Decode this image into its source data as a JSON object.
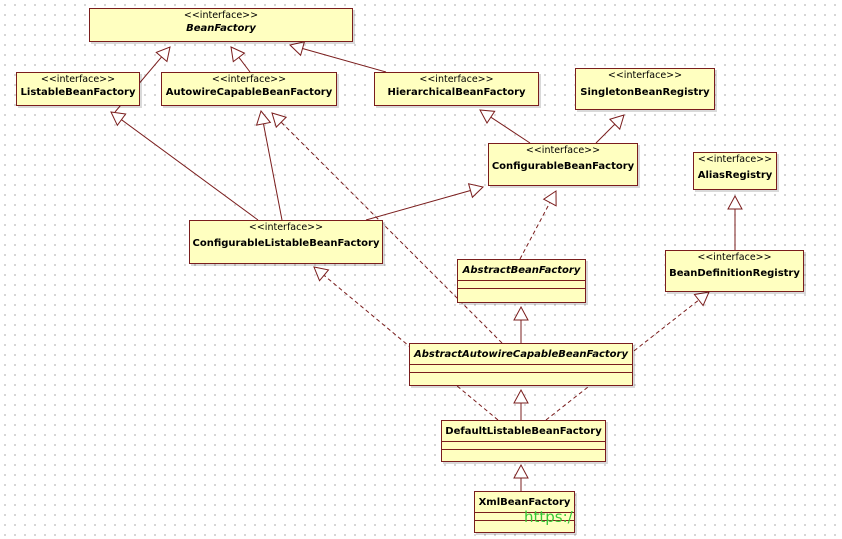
{
  "stereotype": "<<interface>>",
  "boxes": {
    "bean_factory": "BeanFactory",
    "listable_bean_factory": "ListableBeanFactory",
    "autowire_capable_bean_factory": "AutowireCapableBeanFactory",
    "hierarchical_bean_factory": "HierarchicalBeanFactory",
    "singleton_bean_registry": "SingletonBeanRegistry",
    "configurable_bean_factory": "ConfigurableBeanFactory",
    "alias_registry": "AliasRegistry",
    "configurable_listable_bean_factory": "ConfigurableListableBeanFactory",
    "abstract_bean_factory": "AbstractBeanFactory",
    "bean_definition_registry": "BeanDefinitionRegistry",
    "abstract_autowire_capable_bean_factory": "AbstractAutowireCapableBeanFactory",
    "default_listable_bean_factory": "DefaultListableBeanFactory",
    "xml_bean_factory": "XmlBeanFactory"
  },
  "relations": [
    {
      "from": "listable_bean_factory",
      "to": "bean_factory",
      "kind": "extends"
    },
    {
      "from": "autowire_capable_bean_factory",
      "to": "bean_factory",
      "kind": "extends"
    },
    {
      "from": "hierarchical_bean_factory",
      "to": "bean_factory",
      "kind": "extends"
    },
    {
      "from": "configurable_bean_factory",
      "to": "hierarchical_bean_factory",
      "kind": "extends"
    },
    {
      "from": "configurable_bean_factory",
      "to": "singleton_bean_registry",
      "kind": "extends"
    },
    {
      "from": "configurable_listable_bean_factory",
      "to": "listable_bean_factory",
      "kind": "extends"
    },
    {
      "from": "configurable_listable_bean_factory",
      "to": "autowire_capable_bean_factory",
      "kind": "extends"
    },
    {
      "from": "configurable_listable_bean_factory",
      "to": "configurable_bean_factory",
      "kind": "extends"
    },
    {
      "from": "abstract_bean_factory",
      "to": "configurable_bean_factory",
      "kind": "implements"
    },
    {
      "from": "bean_definition_registry",
      "to": "alias_registry",
      "kind": "extends"
    },
    {
      "from": "abstract_autowire_capable_bean_factory",
      "to": "abstract_bean_factory",
      "kind": "extends"
    },
    {
      "from": "abstract_autowire_capable_bean_factory",
      "to": "autowire_capable_bean_factory",
      "kind": "implements"
    },
    {
      "from": "default_listable_bean_factory",
      "to": "abstract_autowire_capable_bean_factory",
      "kind": "extends"
    },
    {
      "from": "default_listable_bean_factory",
      "to": "configurable_listable_bean_factory",
      "kind": "implements"
    },
    {
      "from": "default_listable_bean_factory",
      "to": "bean_definition_registry",
      "kind": "implements"
    },
    {
      "from": "xml_bean_factory",
      "to": "default_listable_bean_factory",
      "kind": "extends"
    }
  ],
  "watermark": "https:/"
}
